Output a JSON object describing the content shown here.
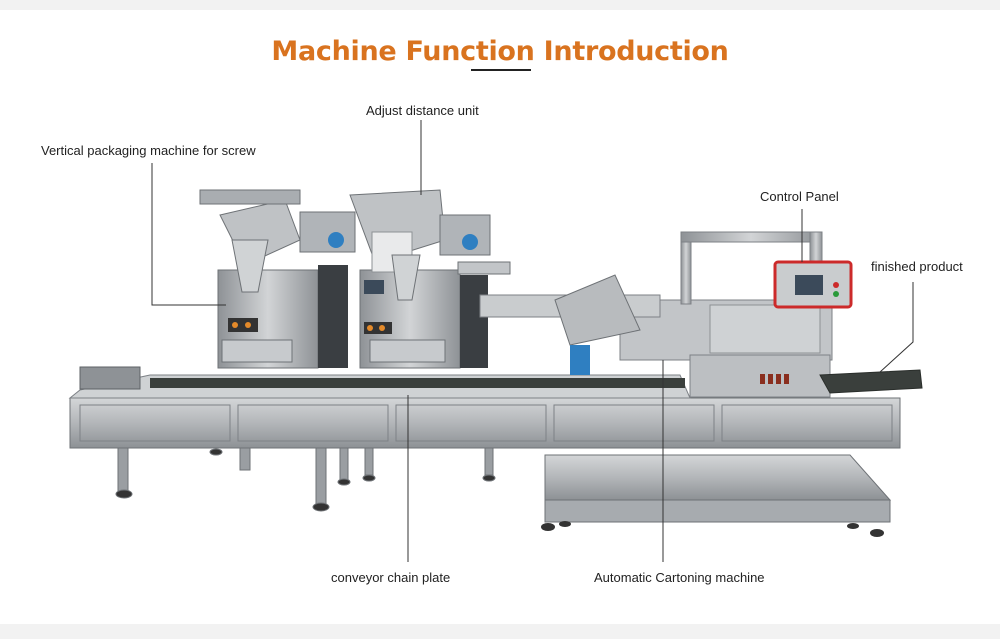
{
  "title": "Machine Function Introduction",
  "colors": {
    "title": "#d9731f",
    "steel": "#b9bcbf",
    "steel_dark": "#7d8186",
    "accent_red": "#cc2a2a",
    "accent_blue": "#2f7fc1",
    "belt": "#3a3f3c"
  },
  "labels": {
    "adjust": "Adjust distance unit",
    "vertical": "Vertical packaging machine for screw",
    "control": "Control Panel",
    "finished": "finished product",
    "conveyor": "conveyor chain plate",
    "cartoning": "Automatic Cartoning machine"
  }
}
